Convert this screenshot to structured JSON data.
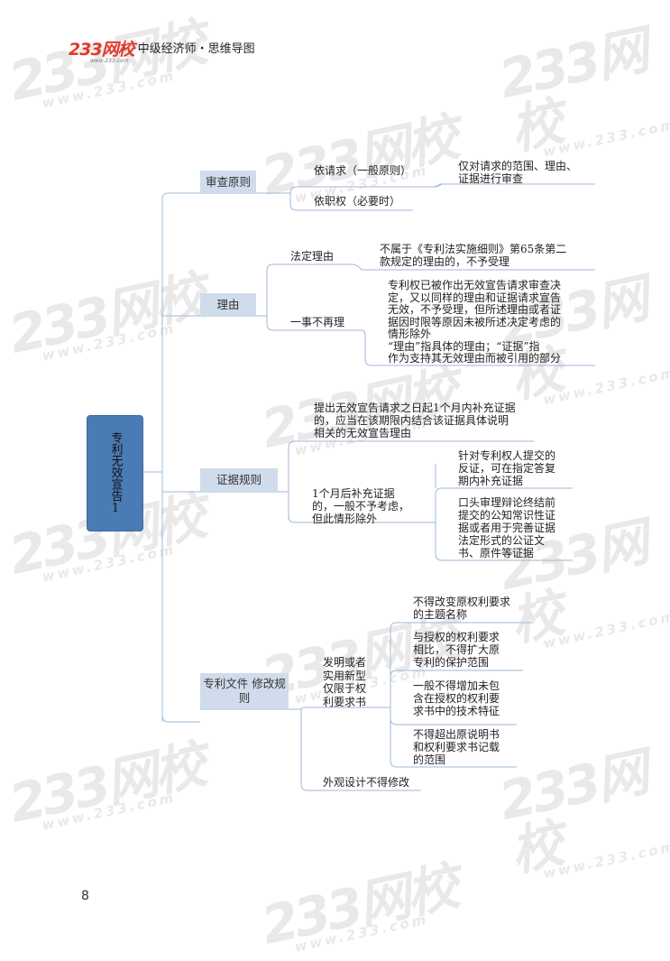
{
  "header": {
    "logo_text": "233网校",
    "logo_url": "www.233.com",
    "title": "中级经济师・思维导图"
  },
  "watermark": {
    "text": "233网校",
    "url": "www.233.com"
  },
  "colors": {
    "root_fill": "#4a7bb5",
    "branch_fill": "#d0dceb",
    "connector": "#9fb9d6",
    "logo_red": "#e2392b"
  },
  "mindmap": {
    "root": "专利无效宣告1",
    "branches": [
      {
        "label": "审查原则",
        "children": [
          {
            "label": "依请求（一般原则）",
            "children": [
              {
                "label": "仅对请求的范围、理由、\n证据进行审查"
              }
            ]
          },
          {
            "label": "依职权（必要时）"
          }
        ]
      },
      {
        "label": "理由",
        "children": [
          {
            "label": "法定理由",
            "children": [
              {
                "label": "不属于《专利法实施细则》第65条第二\n款规定的理由的，不予受理"
              }
            ]
          },
          {
            "label": "一事不再理",
            "children": [
              {
                "label": "专利权已被作出无效宣告请求审查决\n定，又以同样的理由和证据请求宣告\n无效，不予受理，但所述理由或者证\n据因时限等原因未被所述决定考虑的\n情形除外\n“理由”指具体的理由；“证据”指\n作为支持其无效理由而被引用的部分"
              }
            ]
          }
        ]
      },
      {
        "label": "证据规则",
        "children": [
          {
            "label": "提出无效宣告请求之日起1个月内补充证据\n的，应当在该期限内结合该证据具体说明\n相关的无效宣告理由"
          },
          {
            "label": "1个月后补充证据\n的，一般不予考虑，\n但此情形除外",
            "children": [
              {
                "label": "针对专利权人提交的\n反证，可在指定答复\n期内补充证据"
              },
              {
                "label": "口头审理辩论终结前\n提交的公知常识性证\n据或者用于完善证据\n法定形式的公证文\n书、原件等证据"
              }
            ]
          }
        ]
      },
      {
        "label": "专利文件\n修改规则",
        "children": [
          {
            "label": "发明或者\n实用新型\n仅限于权\n利要求书",
            "children": [
              {
                "label": "不得改变原权利要求\n的主题名称"
              },
              {
                "label": "与授权的权利要求\n相比，不得扩大原\n专利的保护范围"
              },
              {
                "label": "一般不得增加未包\n含在授权的权利要\n求书中的技术特征"
              },
              {
                "label": "不得超出原说明书\n和权利要求书记载\n的范围"
              }
            ]
          },
          {
            "label": "外观设计不得修改"
          }
        ]
      }
    ]
  },
  "page_number": "8"
}
